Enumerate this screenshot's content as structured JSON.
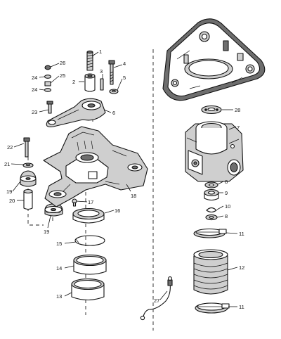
{
  "diagram": {
    "callouts": [
      {
        "id": 1,
        "label": "1"
      },
      {
        "id": 2,
        "label": "2"
      },
      {
        "id": 3,
        "label": "3"
      },
      {
        "id": 4,
        "label": "4"
      },
      {
        "id": 5,
        "label": "5"
      },
      {
        "id": 6,
        "label": "6"
      },
      {
        "id": 7,
        "label": "7"
      },
      {
        "id": 8,
        "label": "8"
      },
      {
        "id": 9,
        "label": "9"
      },
      {
        "id": 10,
        "label": "10"
      },
      {
        "id": 11,
        "label": "11"
      },
      {
        "id": 12,
        "label": "12"
      },
      {
        "id": 13,
        "label": "13"
      },
      {
        "id": 14,
        "label": "14"
      },
      {
        "id": 15,
        "label": "15"
      },
      {
        "id": 16,
        "label": "16"
      },
      {
        "id": 17,
        "label": "17"
      },
      {
        "id": 18,
        "label": "18"
      },
      {
        "id": 19,
        "label": "19"
      },
      {
        "id": 20,
        "label": "20"
      },
      {
        "id": 21,
        "label": "21"
      },
      {
        "id": 22,
        "label": "22"
      },
      {
        "id": 23,
        "label": "23"
      },
      {
        "id": 24,
        "label": "24"
      },
      {
        "id": 25,
        "label": "25"
      },
      {
        "id": 26,
        "label": "26"
      },
      {
        "id": 27,
        "label": "27"
      },
      {
        "id": 28,
        "label": "28"
      }
    ]
  }
}
